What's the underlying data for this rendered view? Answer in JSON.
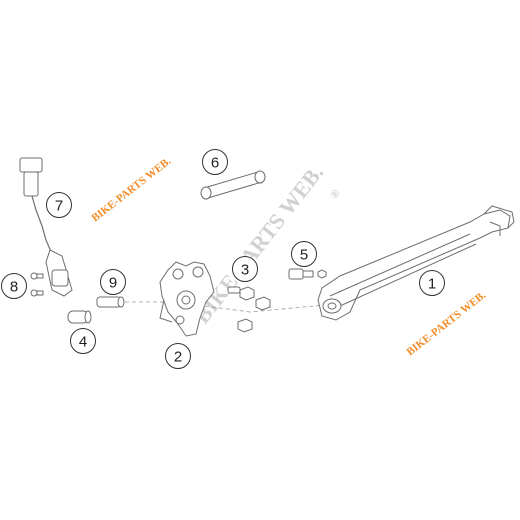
{
  "watermarks": {
    "orange_text": "BIKE-PARTS WEB.",
    "grey_text": "BIKE-PARTS WEB.",
    "registered_mark": "®"
  },
  "callouts": [
    "1",
    "2",
    "3",
    "4",
    "5",
    "6",
    "7",
    "8",
    "9"
  ],
  "colors": {
    "line": "#6e6e6e",
    "callout_stroke": "#333333",
    "watermark_orange": "#f28c28",
    "watermark_grey": "#c9c9c9"
  }
}
